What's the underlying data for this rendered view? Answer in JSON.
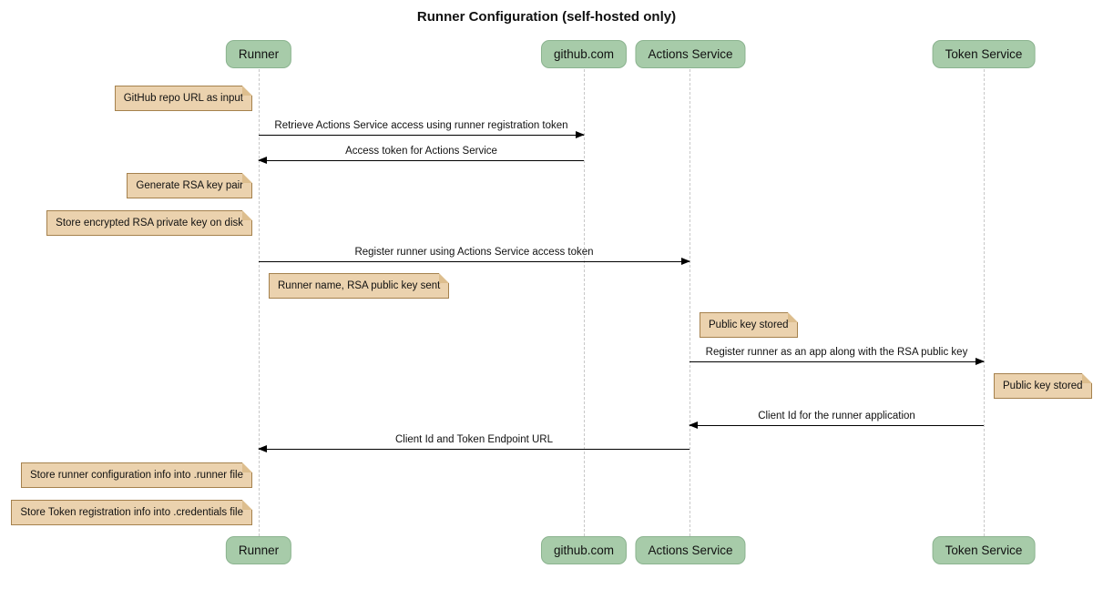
{
  "title": "Runner Configuration (self-hosted only)",
  "colors": {
    "actor_fill": "#A7CBA9",
    "actor_border": "#8BB38F",
    "note_fill": "#EBD2AE",
    "note_border": "#A5814D",
    "lifeline": "#C8C8C8",
    "message": "#000000"
  },
  "actors": [
    {
      "label": "Runner"
    },
    {
      "label": "github.com"
    },
    {
      "label": "Actions Service"
    },
    {
      "label": "Token Service"
    }
  ],
  "messages": [
    {
      "from": "Runner",
      "to": "github.com",
      "label": "Retrieve Actions Service access using runner registration token"
    },
    {
      "from": "github.com",
      "to": "Runner",
      "label": "Access token for Actions Service"
    },
    {
      "from": "Runner",
      "to": "Actions Service",
      "label": "Register runner using Actions Service access token"
    },
    {
      "from": "Actions Service",
      "to": "Token Service",
      "label": "Register runner as an app along with the RSA public key"
    },
    {
      "from": "Token Service",
      "to": "Actions Service",
      "label": "Client Id for the runner application"
    },
    {
      "from": "Actions Service",
      "to": "Runner",
      "label": "Client Id and Token Endpoint URL"
    }
  ],
  "notes": [
    {
      "position": "left of Runner",
      "text": "GitHub repo URL as input"
    },
    {
      "position": "left of Runner",
      "text": "Generate RSA key pair"
    },
    {
      "position": "left of Runner",
      "text": "Store encrypted RSA private key on disk"
    },
    {
      "position": "right of Runner",
      "text": "Runner name, RSA public key sent"
    },
    {
      "position": "right of Actions Service",
      "text": "Public key stored"
    },
    {
      "position": "right of Token Service",
      "text": "Public key stored"
    },
    {
      "position": "left of Runner",
      "text": "Store runner configuration info into .runner file"
    },
    {
      "position": "left of Runner",
      "text": "Store Token registration info into .credentials file"
    }
  ]
}
